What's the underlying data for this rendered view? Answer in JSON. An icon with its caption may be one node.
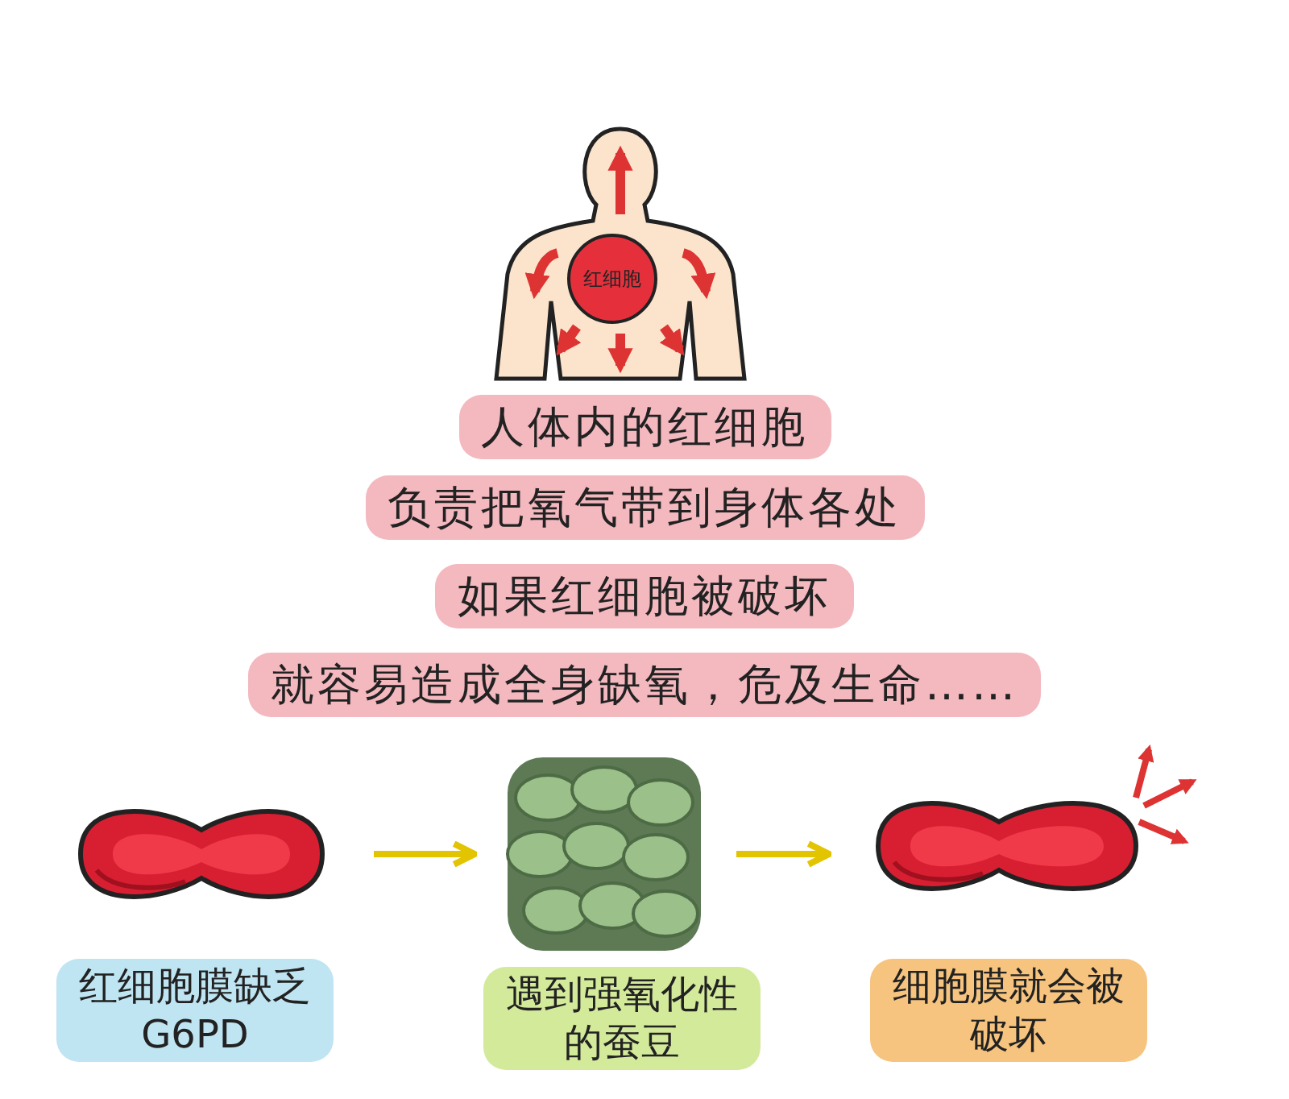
{
  "diagram": {
    "nodes": [
      {
        "text": [],
        "shape": "person"
      },
      {
        "text": [
          "红细胞"
        ],
        "in": 0
      },
      {
        "text": [],
        "shape": "picture",
        "beside": [
          "红细胞膜缺乏G6PD"
        ]
      },
      {
        "text": [],
        "shape": "picture",
        "beside": [
          "遇到强氧化性的蚕豆"
        ]
      },
      {
        "text": [],
        "shape": "picture",
        "beside": [
          "细胞膜就会被破坏"
        ]
      }
    ],
    "edges": [
      {
        "from": 2,
        "to": 3,
        "arrow": "to"
      },
      {
        "from": 3,
        "to": 4,
        "arrow": "to"
      }
    ],
    "labels": [
      "人体内的红细胞",
      "负责把氧气带到身体各处",
      "如果红细胞被破坏",
      "就容易造成全身缺氧，危及生命……"
    ]
  }
}
